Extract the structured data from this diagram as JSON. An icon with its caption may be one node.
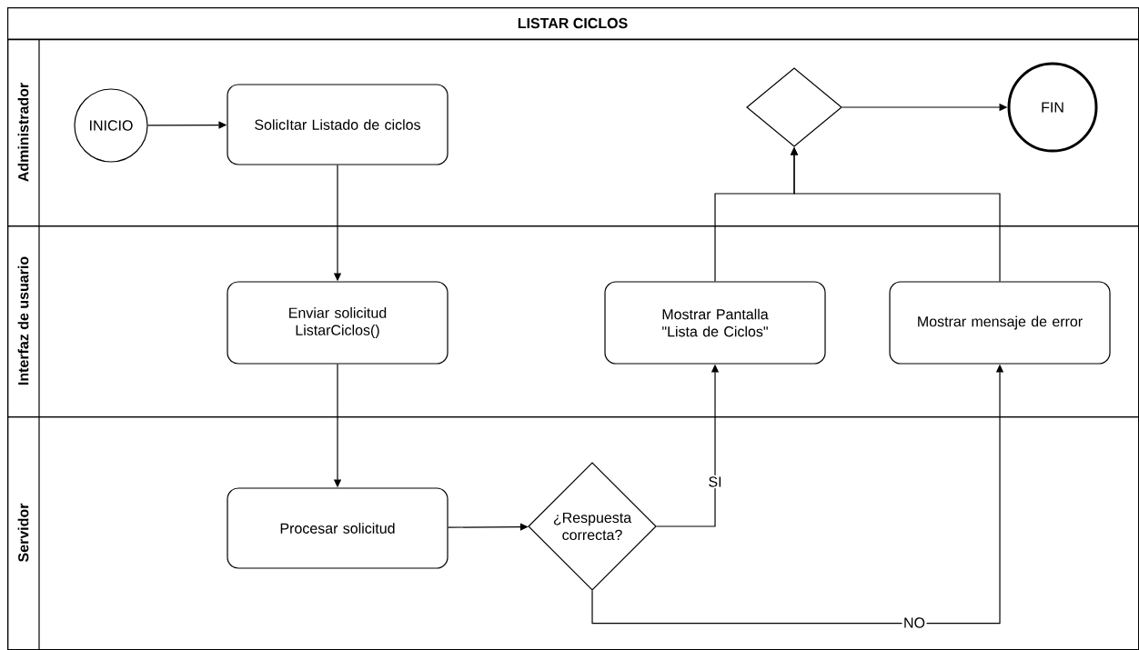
{
  "diagram": {
    "nodes": [
      {
        "text": [
          "LISTAR CICLOS"
        ]
      },
      {
        "text": [
          "Administrador"
        ],
        "in": 0
      },
      {
        "text": [
          "Interfaz de usuario"
        ],
        "in": 0
      },
      {
        "text": [
          "Servidor"
        ],
        "in": 0
      },
      {
        "text": [
          "INICIO"
        ],
        "in": 1
      },
      {
        "text": [
          "SolicItar Listado de ciclos"
        ],
        "in": 1
      },
      {
        "text": [],
        "shape": "diamond",
        "in": 1
      },
      {
        "text": [
          "FIN"
        ],
        "in": 1
      },
      {
        "text": [
          "Enviar solicitud ListarCiclos()"
        ],
        "in": 2
      },
      {
        "text": [
          "Mostrar Pantalla \"Lista de Ciclos\""
        ],
        "in": 2
      },
      {
        "text": [
          "Mostrar mensaje de error"
        ],
        "in": 2
      },
      {
        "text": [
          "Procesar solicitud"
        ],
        "in": 3
      },
      {
        "text": [
          "¿Respuesta correcta?"
        ],
        "in": 3
      }
    ],
    "edges": [
      {
        "from": 4,
        "to": 5,
        "arrow": "to"
      },
      {
        "from": 5,
        "to": 8,
        "arrow": "to"
      },
      {
        "from": 8,
        "to": 11,
        "arrow": "to"
      },
      {
        "from": 11,
        "to": 12,
        "arrow": "to"
      },
      {
        "from": 12,
        "to": 9,
        "arrow": "to",
        "label": "SI"
      },
      {
        "from": 12,
        "to": 10,
        "arrow": "to",
        "label": "NO"
      },
      {
        "from": 9,
        "to": 6,
        "arrow": "to"
      },
      {
        "from": 10,
        "to": 6,
        "arrow": "to"
      },
      {
        "from": 6,
        "to": 7,
        "arrow": "to"
      }
    ]
  }
}
